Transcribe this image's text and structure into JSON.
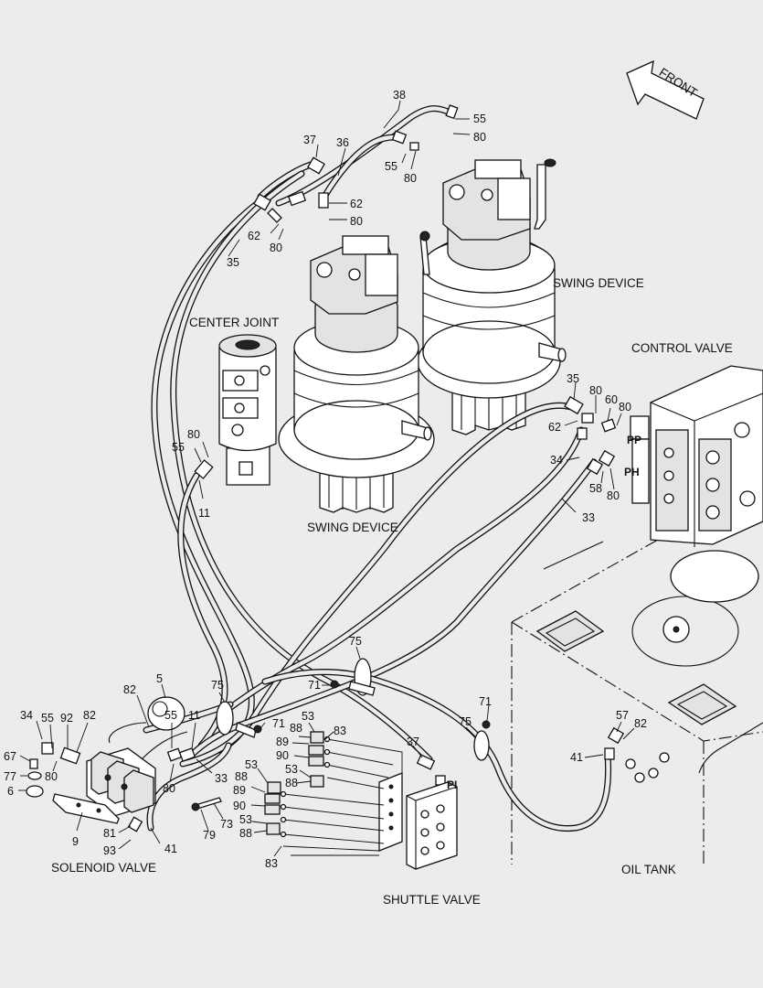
{
  "direction": {
    "front_label": "FRONT",
    "icon": "arrow-icon"
  },
  "components": {
    "swing_device_rear": "SWING DEVICE",
    "swing_device_front": "SWING DEVICE",
    "center_joint": "CENTER JOINT",
    "control_valve": "CONTROL VALVE",
    "solenoid_valve": "SOLENOID VALVE",
    "shuttle_valve": "SHUTTLE VALVE",
    "oil_tank": "OIL TANK"
  },
  "ports": {
    "pp": "PP",
    "ph": "PH",
    "pi": "PI"
  },
  "part_numbers": {
    "p38": "38",
    "p55a": "55",
    "p80a": "80",
    "p37a": "37",
    "p36": "36",
    "p55b": "55",
    "p80b": "80",
    "p62a": "62",
    "p80c": "80",
    "p62b": "62",
    "p80d": "80",
    "p35a": "35",
    "p80e": "80",
    "p55c": "55",
    "p11a": "11",
    "p35b": "35",
    "p80f": "80",
    "p60": "60",
    "p80g": "80",
    "p62c": "62",
    "p34a": "34",
    "p58": "58",
    "p80h": "80",
    "p33a": "33",
    "p75a": "75",
    "p71a": "71",
    "p75b": "75",
    "p5": "5",
    "p82a": "82",
    "p34b": "34",
    "p55d": "55",
    "p92": "92",
    "p82b": "82",
    "p67": "67",
    "p77": "77",
    "p6": "6",
    "p80i": "80",
    "p9": "9",
    "p81": "81",
    "p93": "93",
    "p41a": "41",
    "p11b": "11",
    "p55e": "55",
    "p80j": "80",
    "p33b": "33",
    "p71b": "71",
    "p53a": "53",
    "p88a": "88",
    "p83a": "83",
    "p89a": "89",
    "p90a": "90",
    "p53b": "53",
    "p88b": "88",
    "p53c": "53",
    "p88c": "88",
    "p89b": "89",
    "p90b": "90",
    "p53d": "53",
    "p88d": "88",
    "p83b": "83",
    "p79": "79",
    "p73": "73",
    "p37b": "37",
    "p75c": "75",
    "p71c": "71",
    "p57": "57",
    "p82c": "82",
    "p41b": "41"
  }
}
